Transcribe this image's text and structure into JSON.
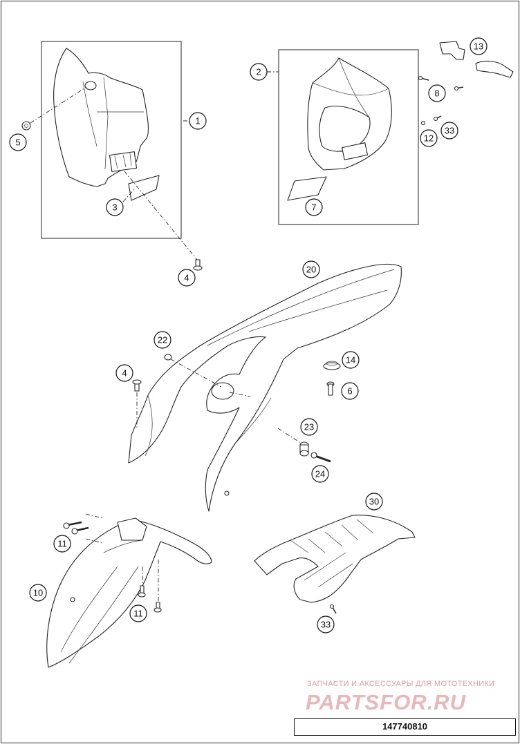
{
  "diagram": {
    "callouts": [
      {
        "id": "c1",
        "label": "1"
      },
      {
        "id": "c2",
        "label": "2"
      },
      {
        "id": "c3",
        "label": "3"
      },
      {
        "id": "c4a",
        "label": "4"
      },
      {
        "id": "c5",
        "label": "5"
      },
      {
        "id": "c7",
        "label": "7"
      },
      {
        "id": "c13",
        "label": "13"
      },
      {
        "id": "c8",
        "label": "8"
      },
      {
        "id": "c12",
        "label": "12"
      },
      {
        "id": "c33a",
        "label": "33"
      },
      {
        "id": "c20",
        "label": "20"
      },
      {
        "id": "c22",
        "label": "22"
      },
      {
        "id": "c4b",
        "label": "4"
      },
      {
        "id": "c14",
        "label": "14"
      },
      {
        "id": "c6",
        "label": "6"
      },
      {
        "id": "c23",
        "label": "23"
      },
      {
        "id": "c24",
        "label": "24"
      },
      {
        "id": "c11a",
        "label": "11"
      },
      {
        "id": "c10",
        "label": "10"
      },
      {
        "id": "c11b",
        "label": "11"
      },
      {
        "id": "c30",
        "label": "30"
      },
      {
        "id": "c33b",
        "label": "33"
      }
    ],
    "watermark_line1": "ЗАПЧАСТИ И АКСЕССУАРЫ ДЛЯ МОТОТЕХНИКИ",
    "watermark_line2": "PARTSFOR.RU",
    "drawing_number": "147740810"
  }
}
